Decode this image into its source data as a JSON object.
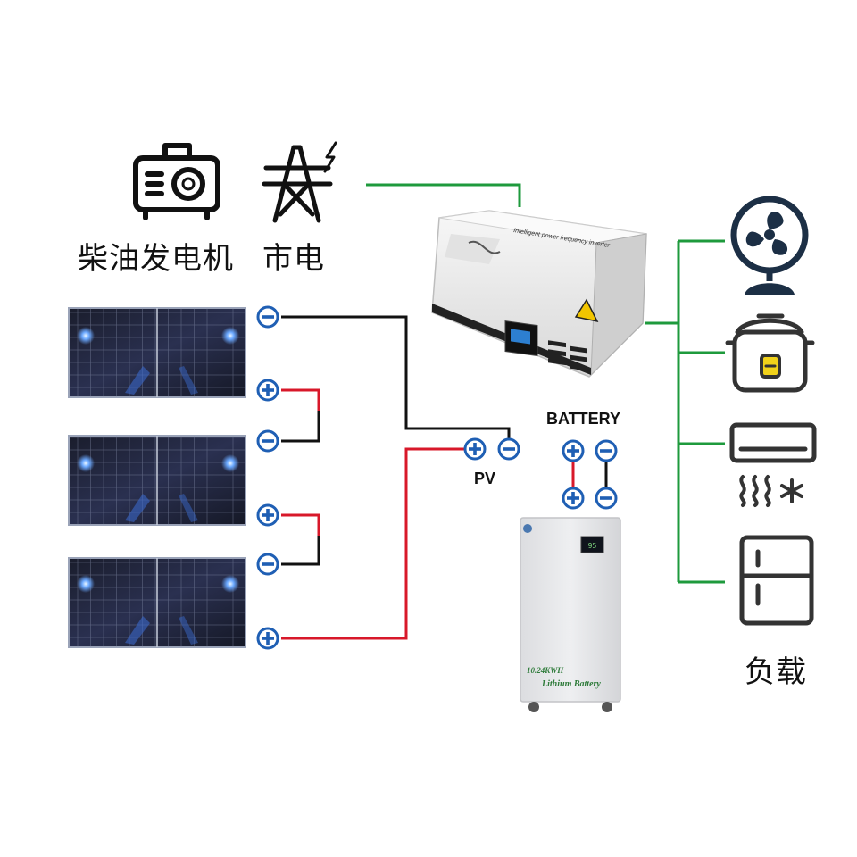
{
  "labels": {
    "generator": "柴油发电机",
    "grid": "市电",
    "load": "负载",
    "pv": "PV",
    "battery": "BATTERY"
  },
  "inverter": {
    "front_text": "Intelligent power frequency inverter"
  },
  "battery_unit": {
    "capacity": "10.24KWH",
    "name": "Lithium Battery",
    "display_reading": "95"
  },
  "symbols": {
    "plus": "+",
    "minus": "−"
  },
  "icons": [
    "generator-icon",
    "power-tower-icon",
    "fan-icon",
    "rice-cooker-icon",
    "air-conditioner-icon",
    "refrigerator-icon"
  ],
  "colors": {
    "ac_line": "#1e9a3c",
    "positive_wire": "#d8182a",
    "negative_wire": "#111111",
    "terminal_blue": "#1f5fb4",
    "icon_navy": "#1c2f45"
  }
}
